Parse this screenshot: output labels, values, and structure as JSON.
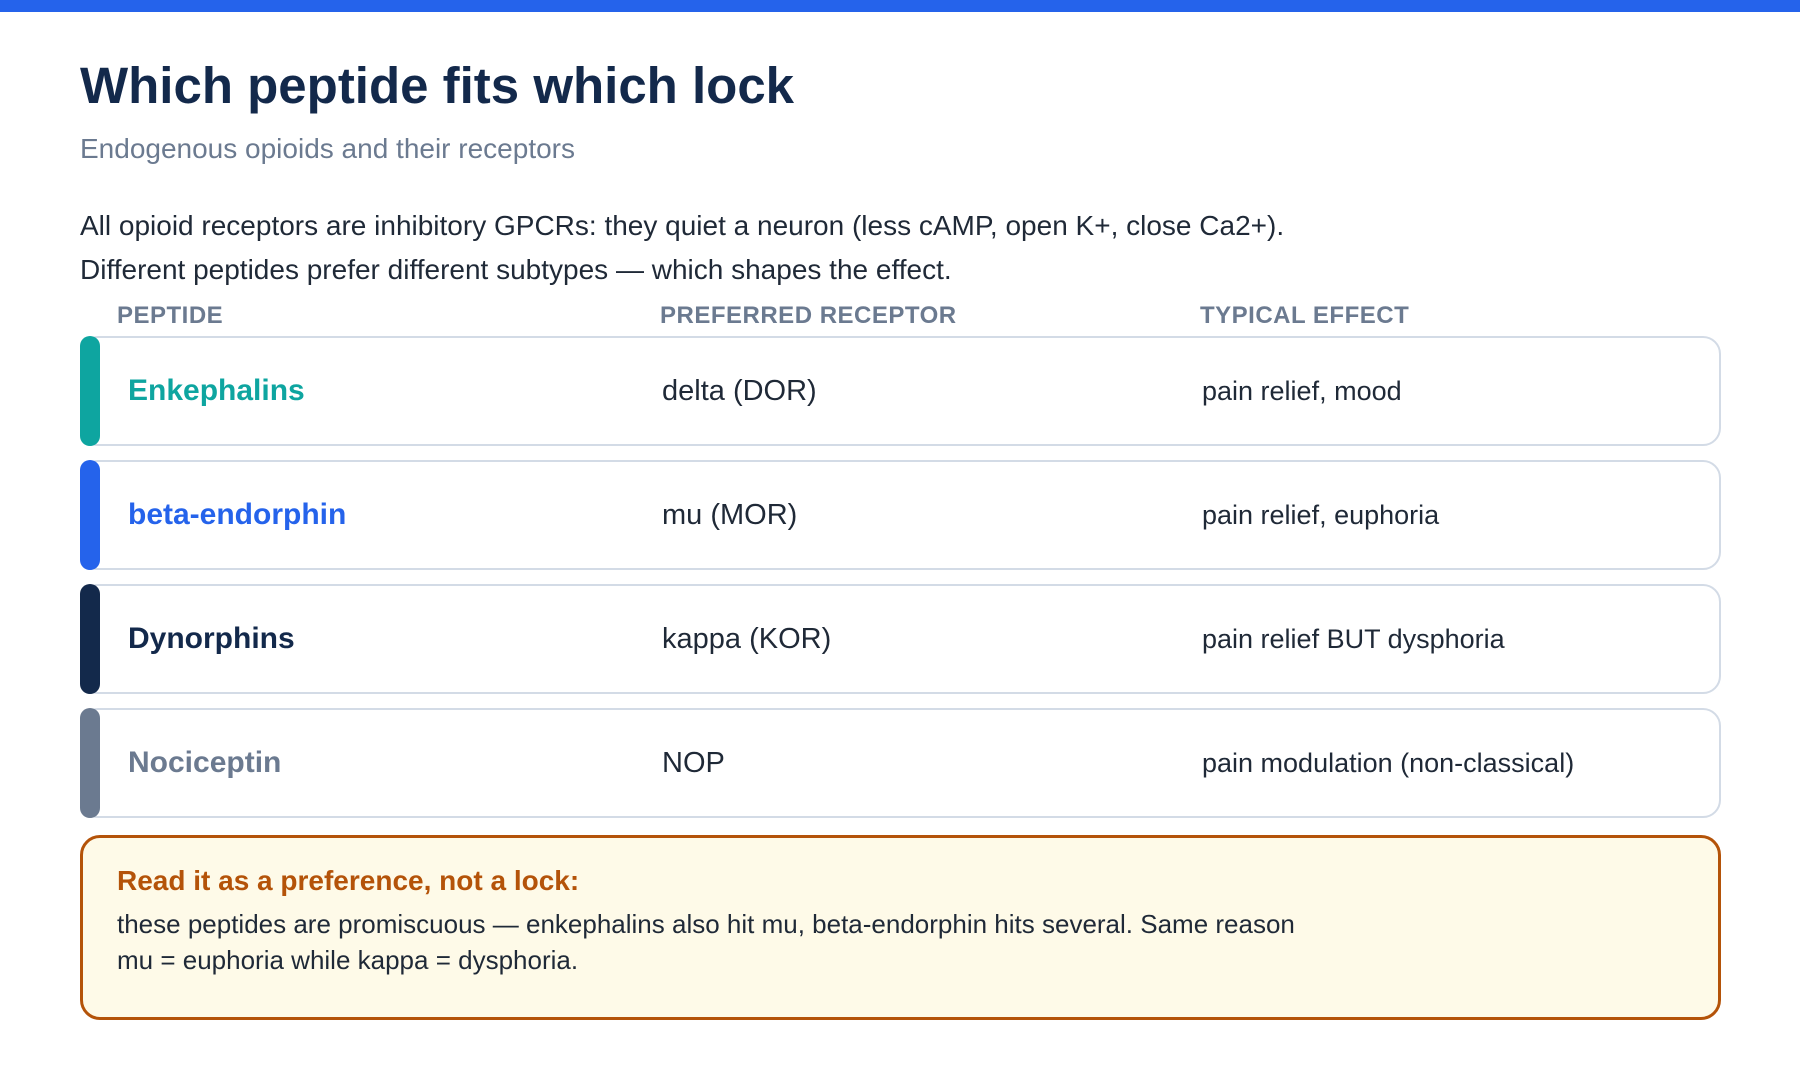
{
  "header": {
    "title": "Which peptide fits which lock",
    "subtitle": "Endogenous opioids and their receptors"
  },
  "intro": {
    "line1": "All opioid receptors are inhibitory GPCRs: they quiet a neuron (less cAMP, open K+, close Ca2+).",
    "line2": "Different peptides prefer different subtypes — which shapes the effect."
  },
  "table": {
    "columns": [
      "PEPTIDE",
      "PREFERRED RECEPTOR",
      "TYPICAL EFFECT"
    ],
    "rows": [
      {
        "peptide": "Enkephalins",
        "receptor": "delta (DOR)",
        "effect": "pain relief, mood",
        "color": "#0ea5a0"
      },
      {
        "peptide": "beta-endorphin",
        "receptor": "mu (MOR)",
        "effect": "pain relief, euphoria",
        "color": "#2563eb"
      },
      {
        "peptide": "Dynorphins",
        "receptor": "kappa (KOR)",
        "effect": "pain relief BUT dysphoria",
        "color": "#13294b"
      },
      {
        "peptide": "Nociceptin",
        "receptor": "NOP",
        "effect": "pain modulation (non-classical)",
        "color": "#6b7a90"
      }
    ]
  },
  "note": {
    "title": "Read it as a preference, not a lock:",
    "body": "these peptides are promiscuous — enkephalins also hit mu, beta-endorphin hits several. Same reason mu = euphoria while kappa = dysphoria."
  },
  "colors": {
    "accent": "#2563eb",
    "note_border": "#b45309",
    "note_background": "#fefae8"
  }
}
